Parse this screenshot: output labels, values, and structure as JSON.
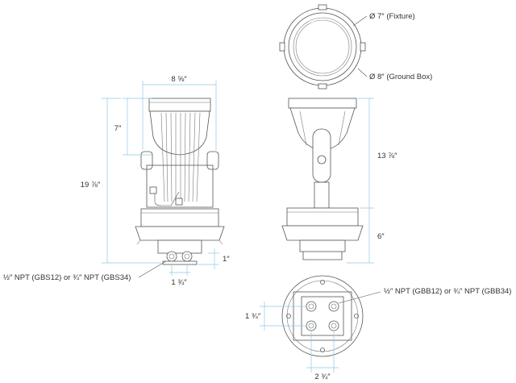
{
  "dimensions": {
    "front_width": "8 ⅝″",
    "front_height_head": "7″",
    "front_height_total": "19 ⅞″",
    "front_base_stub": "1″",
    "front_conduit_spacing": "1 ¾″",
    "front_npt_note": "½″ NPT (GBS12) or ¾″ NPT (GBS34)",
    "top_fixture_dia": "Ø 7″ (Fixture)",
    "top_groundbox_dia": "Ø 8″ (Ground Box)",
    "side_height_head": "13 ⅞″",
    "side_height_base": "6″",
    "bottom_npt_note": "½″ NPT (GBB12) or ¾″ NPT (GBB34)",
    "bottom_height": "1 ¾″",
    "bottom_width": "2 ¾″"
  },
  "colors": {
    "dimension_line": "#8fc7e6",
    "outline": "#555555"
  }
}
